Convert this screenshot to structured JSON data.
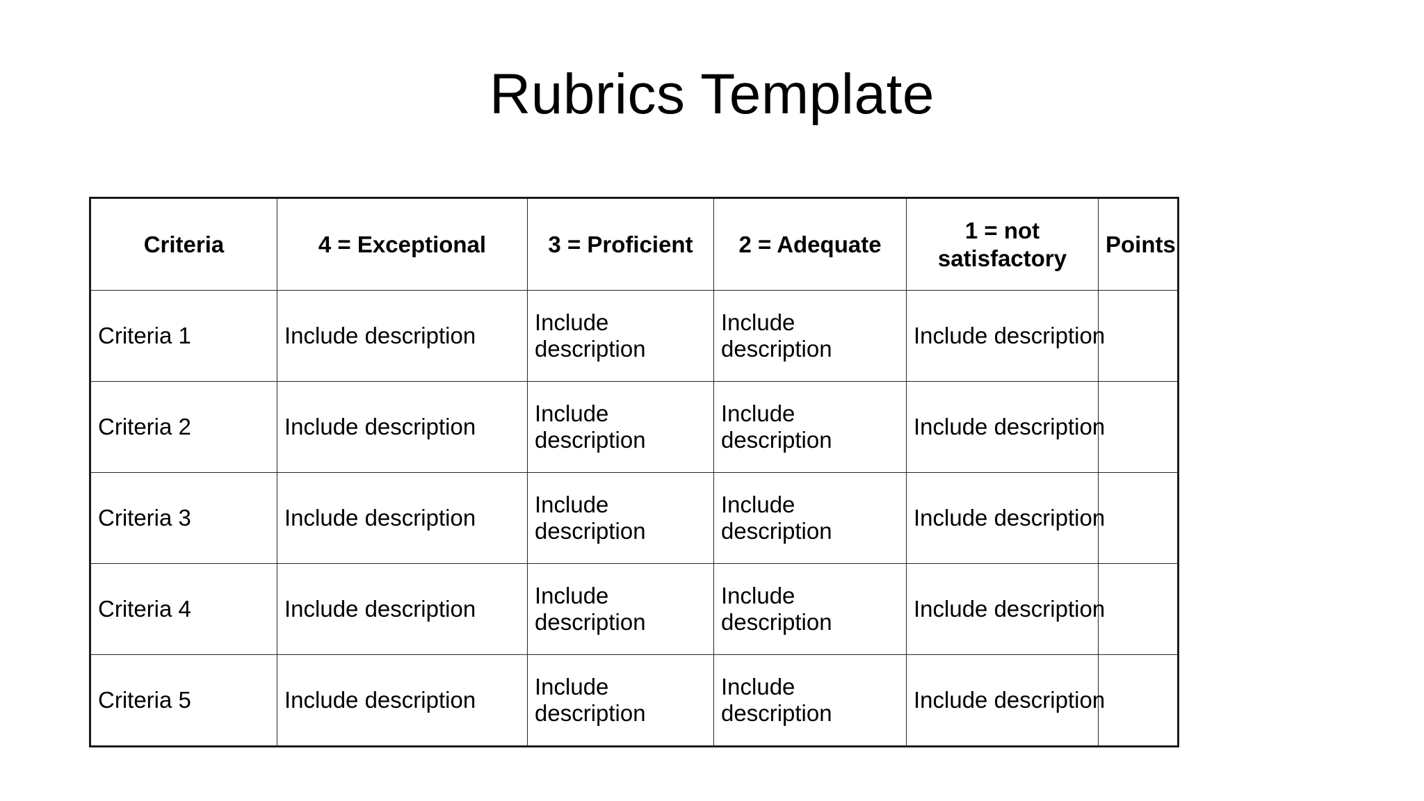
{
  "slide": {
    "title": "Rubrics Template",
    "background_color": "#ffffff",
    "text_color": "#000000",
    "border_color": "#262626"
  },
  "table": {
    "headers": [
      "Criteria",
      "4 = Exceptional",
      "3 = Proficient",
      "2 = Adequate",
      "1 = not satisfactory",
      "Points"
    ],
    "rows": [
      {
        "criteria": "Criteria 1",
        "exceptional": "Include description",
        "proficient": "Include description",
        "adequate": "Include description",
        "not_satisfactory": "Include description",
        "points": ""
      },
      {
        "criteria": "Criteria 2",
        "exceptional": "Include description",
        "proficient": "Include description",
        "adequate": "Include description",
        "not_satisfactory": "Include description",
        "points": ""
      },
      {
        "criteria": "Criteria 3",
        "exceptional": "Include description",
        "proficient": "Include description",
        "adequate": "Include description",
        "not_satisfactory": "Include description",
        "points": ""
      },
      {
        "criteria": "Criteria 4",
        "exceptional": "Include description",
        "proficient": "Include description",
        "adequate": "Include description",
        "not_satisfactory": "Include description",
        "points": ""
      },
      {
        "criteria": "Criteria 5",
        "exceptional": "Include description",
        "proficient": "Include description",
        "adequate": "Include description",
        "not_satisfactory": "Include description",
        "points": ""
      }
    ]
  }
}
